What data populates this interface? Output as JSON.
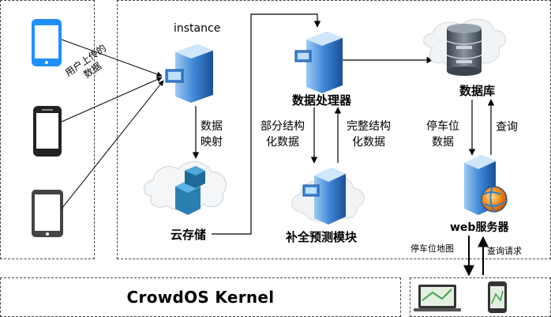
{
  "nodes": {
    "instance": "instance",
    "data_processor": "数据处理器",
    "database": "数据库",
    "cloud_storage": "云存储",
    "completion_module": "补全预测模块",
    "web_server": "web服务器"
  },
  "edge_labels": {
    "user_upload_data": "用户上传的数据",
    "data_mapping": "数据映射",
    "partial_structured": "部分结构化数据",
    "complete_structured": "完整结构化数据",
    "parking_data": "停车位数据",
    "query": "查询",
    "parking_map": "停车位地图",
    "query_request": "查询请求"
  },
  "kernel": {
    "label": "CrowdOS Kernel"
  },
  "colors": {
    "phone_blue": "#1e90ff",
    "phone_black": "#333333",
    "server_blue": "#1f5fa8",
    "server_light": "#6fb1ee",
    "db_gray": "#5b6570",
    "db_dark": "#2f3640",
    "cube_teal": "#2b7fb0",
    "globe_orange": "#f08a1c"
  }
}
